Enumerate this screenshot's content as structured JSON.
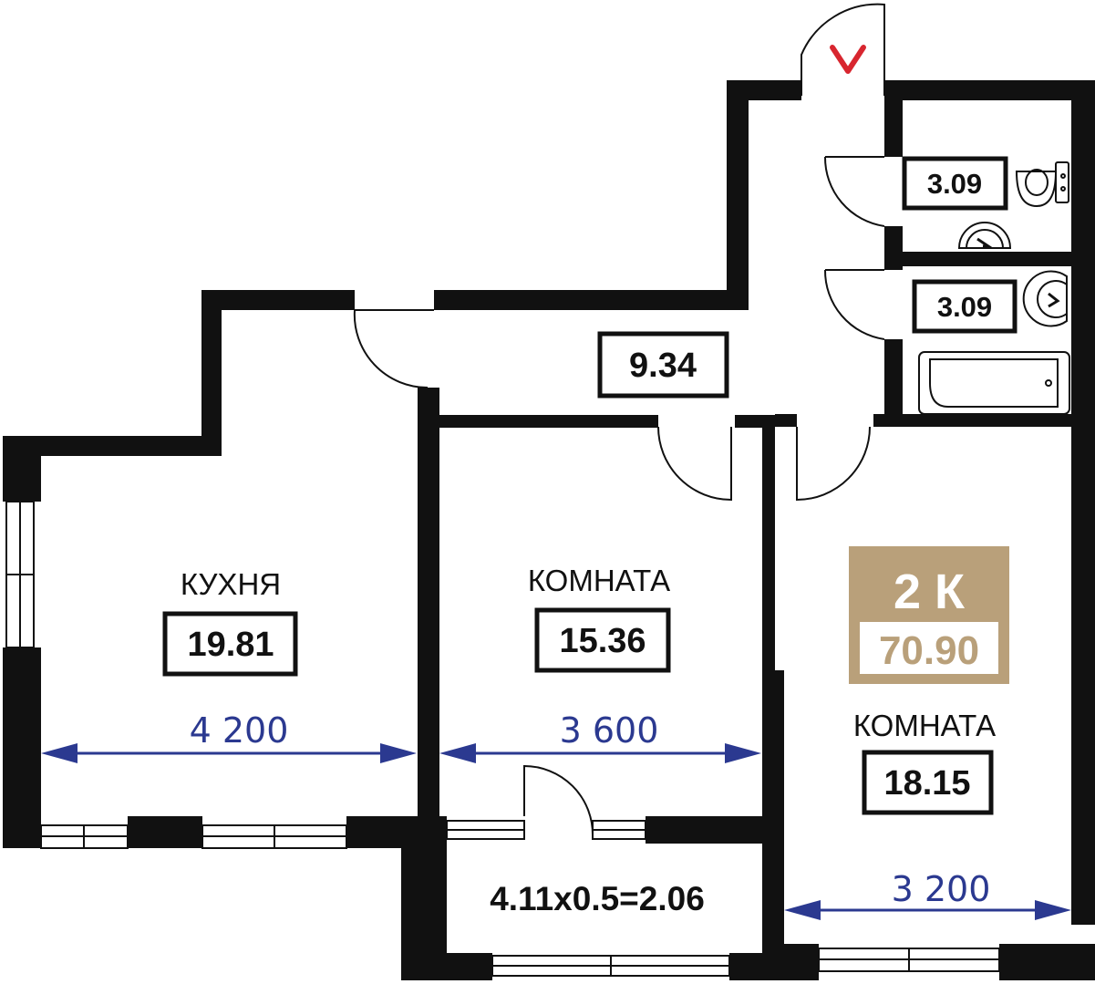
{
  "colors": {
    "wall": "#111111",
    "dimension": "#2b3990",
    "badge": "#b9a07a",
    "entrance_marker": "#d8262f",
    "background": "#ffffff"
  },
  "badge": {
    "rooms": "2 К",
    "total_area": "70.90"
  },
  "rooms": {
    "kitchen": {
      "name": "КУХНЯ",
      "area": "19.81"
    },
    "room_middle": {
      "name": "КОМНАТА",
      "area": "15.36"
    },
    "room_right": {
      "name": "КОМНАТА",
      "area": "18.15"
    },
    "hall": {
      "area": "9.34"
    },
    "wc": {
      "area": "3.09"
    },
    "bath": {
      "area": "3.09"
    },
    "balcony": {
      "area": "4.11x0.5=2.06"
    }
  },
  "dimensions": {
    "kitchen_width": "4 200",
    "room_middle_width": "3 600",
    "room_right_width": "3 200"
  },
  "icons": {
    "entrance": "entrance-arrow-icon",
    "toilet": "toilet-icon",
    "sink": "sink-icon",
    "bathtub": "bathtub-icon"
  }
}
